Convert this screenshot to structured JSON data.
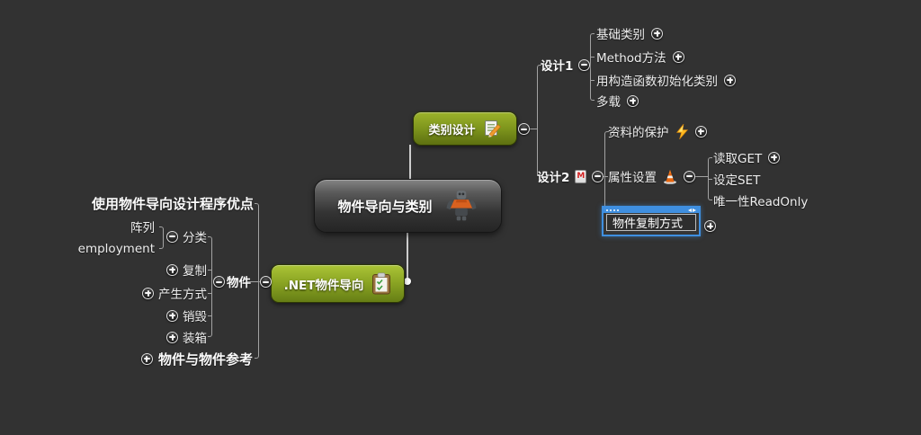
{
  "canvas": {
    "bg": "#323232",
    "accent_blue": "#3f8fe0",
    "node_green": "#8aa423",
    "node_gray": "#3a3a3a"
  },
  "root": {
    "label": "物件导向与类别"
  },
  "class_design": {
    "label": "类别设计",
    "design1": {
      "label": "设计1",
      "children": [
        {
          "label": "基础类别"
        },
        {
          "label": "Method方法"
        },
        {
          "label": "用构造函数初始化类别"
        },
        {
          "label": "多载"
        }
      ]
    },
    "design2": {
      "label": "设计2",
      "marker_letter": "M",
      "data_protection": {
        "label": "资料的保护"
      },
      "property_settings": {
        "label": "属性设置",
        "children": [
          {
            "label": "读取GET"
          },
          {
            "label": "设定SET"
          },
          {
            "label": "唯一性ReadOnly"
          }
        ]
      },
      "object_copy": {
        "label": "物件复制方式"
      }
    }
  },
  "dotnet": {
    "label": ".NET物件导向",
    "advantages": {
      "label": "使用物件导向设计程序优点"
    },
    "object": {
      "label": "物件",
      "children": [
        {
          "label": "分类"
        },
        {
          "label": "复制"
        },
        {
          "label": "产生方式"
        },
        {
          "label": "销毁"
        },
        {
          "label": "装箱"
        }
      ],
      "classification_children": [
        {
          "label": "阵列"
        },
        {
          "label": "employment"
        }
      ]
    },
    "object_reference": {
      "label": "物件与物件参考"
    }
  }
}
